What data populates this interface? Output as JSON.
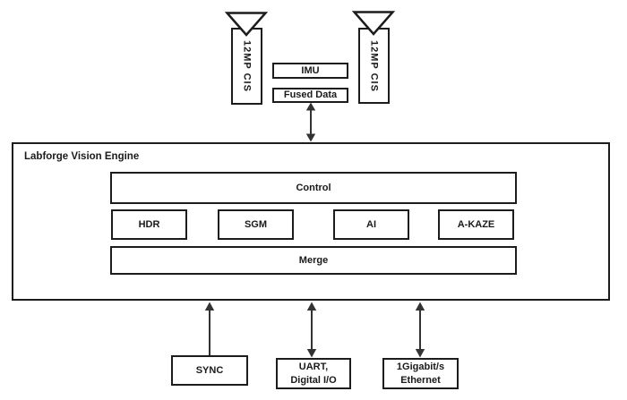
{
  "diagram": {
    "cameras": {
      "left_label": "12MP CIS",
      "right_label": "12MP CIS"
    },
    "sensors": {
      "imu_label": "IMU",
      "fused_label": "Fused Data"
    },
    "engine": {
      "title": "Labforge Vision Engine",
      "control_label": "Control",
      "modules": [
        "HDR",
        "SGM",
        "AI",
        "A-KAZE"
      ],
      "merge_label": "Merge"
    },
    "io": {
      "sync_label": "SYNC",
      "uart_line1": "UART,",
      "uart_line2": "Digital I/O",
      "ethernet_line1": "1Gigabit/s",
      "ethernet_line2": "Ethernet"
    },
    "colors": {
      "line": "#1c1c1c",
      "arrow": "#333333",
      "background": "#ffffff"
    }
  }
}
